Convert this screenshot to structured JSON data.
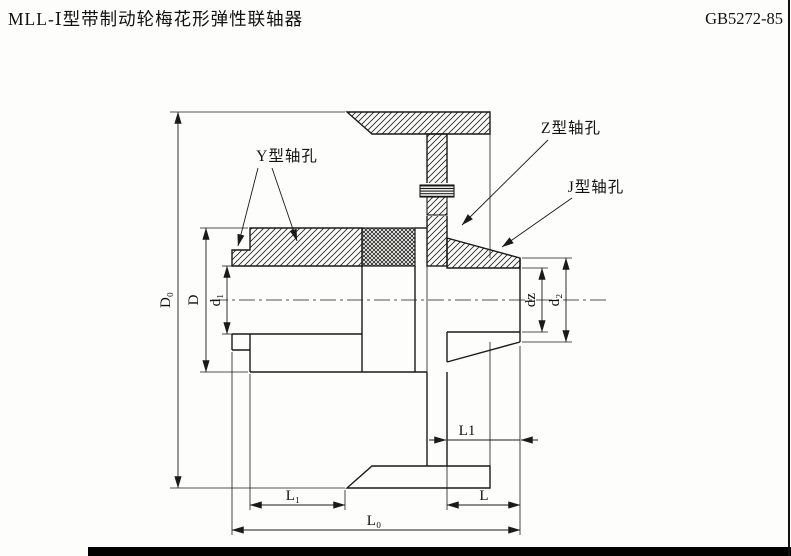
{
  "header": {
    "title": "MLL-Ⅰ型带制动轮梅花形弹性联轴器",
    "standard": "GB5272-85"
  },
  "callouts": {
    "y_hole": "Y型轴孔",
    "z_hole": "Z型轴孔",
    "j_hole": "J型轴孔"
  },
  "dims": {
    "d0": "D₀",
    "D": "D",
    "d1": "d₁",
    "dz": "dz",
    "d2": "d₂",
    "l1_mid": "L1",
    "l1": "L₁",
    "l": "L",
    "l0": "L₀"
  }
}
